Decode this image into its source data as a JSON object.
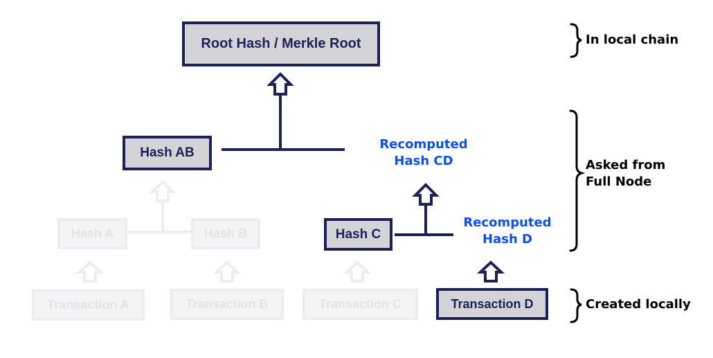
{
  "nodes": {
    "root": "Root Hash / Merkle Root",
    "hash_ab": "Hash AB",
    "recomputed_hash_cd": [
      "Recomputed",
      "Hash CD"
    ],
    "hash_a": "Hash A",
    "hash_b": "Hash B",
    "hash_c": "Hash C",
    "recomputed_hash_d": [
      "Recomputed",
      "Hash D"
    ],
    "tx_a": "Transaction A",
    "tx_b": "Transaction B",
    "tx_c": "Transaction C",
    "tx_d": "Transaction D"
  },
  "side_labels": {
    "local_chain": "In local chain",
    "full_node": [
      "Asked from",
      "Full Node"
    ],
    "created_locally": "Created locally"
  },
  "colors": {
    "node_fill": "#d3d3d8",
    "node_border": "#1c2057",
    "faded_fill": "#f4f4f6",
    "faded_border": "#ececf1",
    "faded_text": "#e2e2e8",
    "recomputed_text": "#0b50ee"
  }
}
